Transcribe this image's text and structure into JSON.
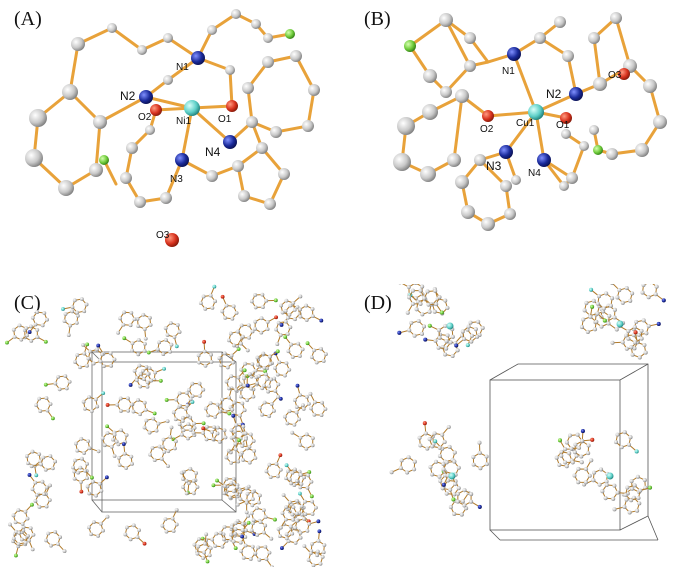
{
  "panels": [
    {
      "label": "(A)",
      "atom_labels": [
        "N1",
        "N2",
        "O2",
        "Ni1",
        "O1",
        "N4",
        "N3",
        "O3"
      ]
    },
    {
      "label": "(B)",
      "atom_labels": [
        "N1",
        "N2",
        "O3",
        "O2",
        "Cu1",
        "O1",
        "N3",
        "N4"
      ]
    },
    {
      "label": "(C)"
    },
    {
      "label": "(D)"
    }
  ],
  "colors": {
    "bond": "#e8a23a",
    "bond_dark": "#b07a2a",
    "carbon": "#c9c9c9",
    "nitrogen": "#1a2a9a",
    "oxygen": "#d8321e",
    "chlorine": "#6ecb3a",
    "metal": "#5ed0c8",
    "cell": "#555555"
  }
}
